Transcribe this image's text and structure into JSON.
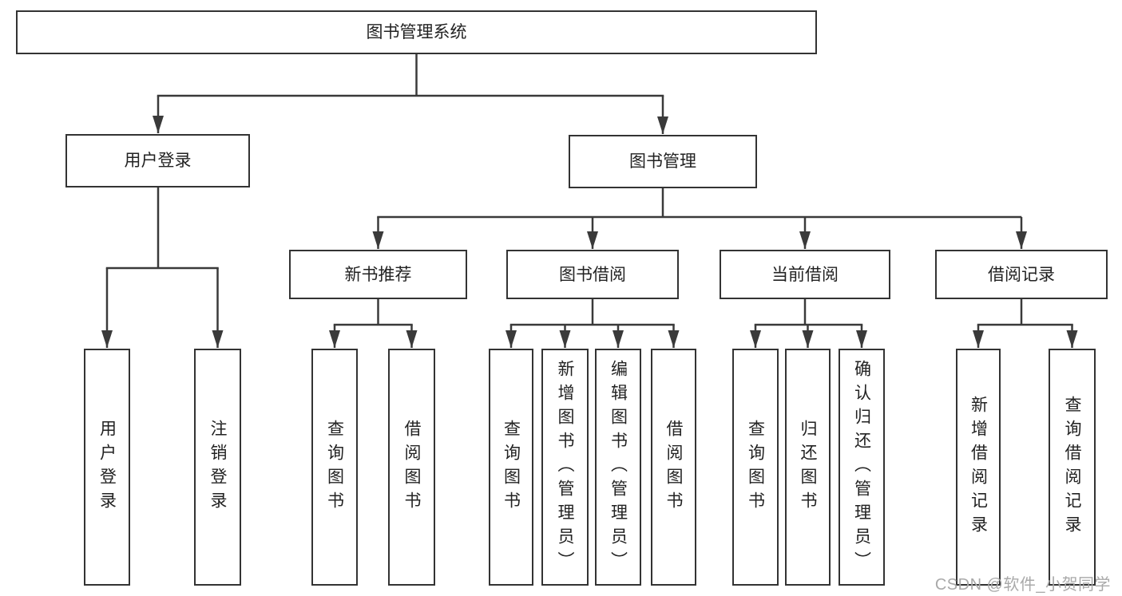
{
  "nodes": {
    "root": "图书管理系统",
    "user_login": "用户登录",
    "book_mgmt": "图书管理",
    "new_book_rec": "新书推荐",
    "book_borrow": "图书借阅",
    "current_borrow": "当前借阅",
    "borrow_records": "借阅记录",
    "leaf_user_login": "用户登录",
    "leaf_logout": "注销登录",
    "leaf_query_book_1": "查询图书",
    "leaf_borrow_book_1": "借阅图书",
    "leaf_query_book_2": "查询图书",
    "leaf_add_book": "新增图书（管理员）",
    "leaf_edit_book": "编辑图书（管理员）",
    "leaf_borrow_book_2": "借阅图书",
    "leaf_query_book_3": "查询图书",
    "leaf_return_book": "归还图书",
    "leaf_confirm_return": "确认归还（管理员）",
    "leaf_add_record": "新增借阅记录",
    "leaf_query_record": "查询借阅记录"
  },
  "watermark": "CSDN @软件_小贺同学",
  "colors": {
    "line": "#3a3a3a",
    "box_border": "#333333",
    "text": "#222222",
    "watermark": "#a9a9a9",
    "background": "#ffffff"
  }
}
